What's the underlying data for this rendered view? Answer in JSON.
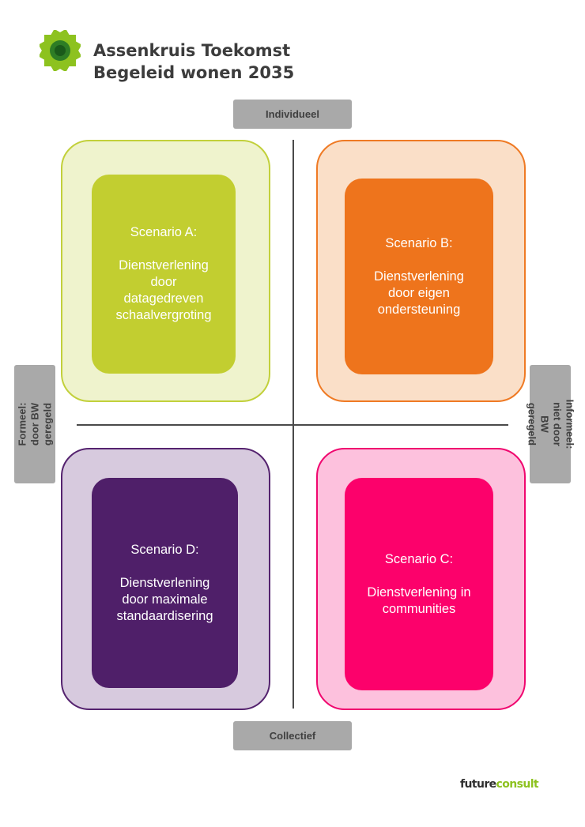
{
  "header": {
    "title_line1": "Assenkruis Toekomst",
    "title_line2": "Begeleid wonen 2035",
    "logo_icon": "starburst-logo-icon"
  },
  "axes": {
    "top": "Individueel",
    "bottom": "Collectief",
    "left": "Formeel: door BW geregeld",
    "right": "Informeel: niet door BW geregeld"
  },
  "scenarios": [
    {
      "title": "Scenario A:",
      "description": "Dienstverlening\ndoor\ndatagedreven\nschaalvergroting",
      "outer_color": "#eff3cd",
      "inner_color": "#c2ce30"
    },
    {
      "title": "Scenario B:",
      "description": "Dienstverlening\ndoor eigen\nondersteuning",
      "outer_color": "#fadfc8",
      "inner_color": "#ee741c"
    },
    {
      "title": "Scenario C:",
      "description": "Dienstverlening in\ncommunities",
      "outer_color": "#fdc1dd",
      "inner_color": "#fc016b"
    },
    {
      "title": "Scenario D:",
      "description": "Dienstverlening\ndoor maximale\nstandaardisering",
      "outer_color": "#d7cade",
      "inner_color": "#4f1f69"
    }
  ],
  "footer": {
    "brand_part1": "future",
    "brand_part2": "consult",
    "brand_color": "#8dc21f"
  }
}
